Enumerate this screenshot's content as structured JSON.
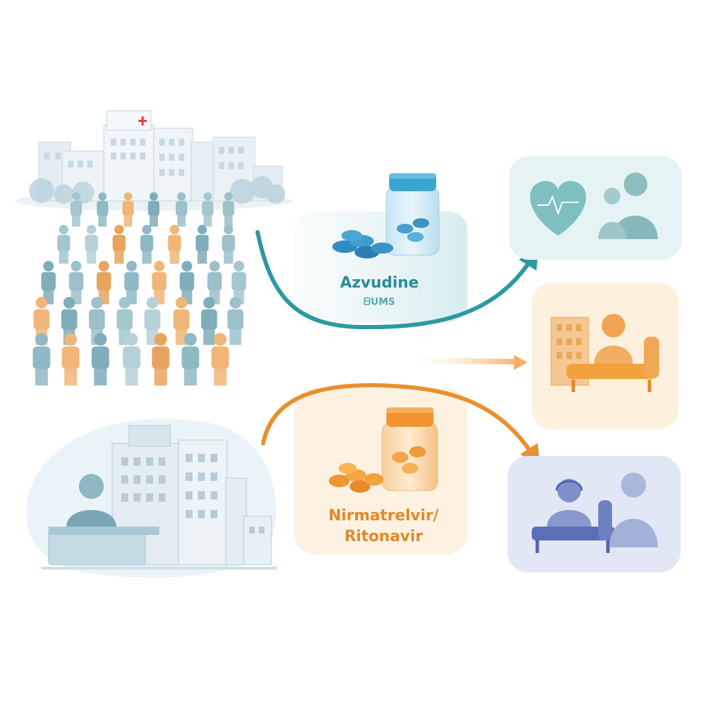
{
  "drugs": {
    "azvudine": {
      "name": "Azvudine",
      "subtext": "ᗷUMS"
    },
    "nirmatrelvir": {
      "name_line1": "Nirmatrelvir/",
      "name_line2": "Ritonavir"
    }
  },
  "colors": {
    "teal_accent": "#2b9aa0",
    "orange_accent": "#e8902e",
    "blue_accent": "#6a7fc4",
    "hospital_cross": "#e23b3b"
  },
  "icons": {
    "outcome_1": [
      "heart-monitor-icon",
      "family-icon"
    ],
    "outcome_2": [
      "hospital-bed-patient-icon"
    ],
    "outcome_3": [
      "icu-patient-icon",
      "caregiver-icon"
    ]
  }
}
